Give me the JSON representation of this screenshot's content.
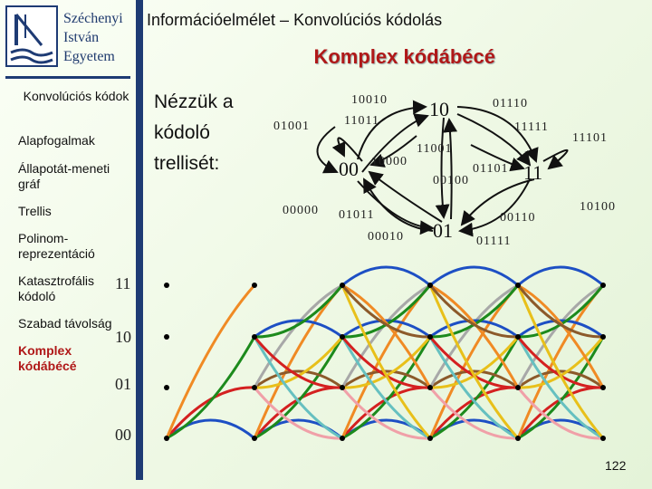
{
  "university": {
    "line1": "Széchenyi",
    "line2": "István",
    "line3": "Egyetem"
  },
  "header": {
    "title": "Információelmélet – Konvolúciós kódolás",
    "subtitle": "Komplex kódábécé"
  },
  "sidebar": {
    "items": [
      {
        "label": "Konvolúciós kódok",
        "active": false
      },
      {
        "label": "Alapfogalmak",
        "active": false
      },
      {
        "label": "Állapotát-meneti gráf",
        "active": false
      },
      {
        "label": "Trellis",
        "active": false
      },
      {
        "label": "Polinom-reprezentáció",
        "active": false
      },
      {
        "label": "Katasztrofális kódoló",
        "active": false
      },
      {
        "label": "Szabad távolság",
        "active": false
      },
      {
        "label": "Komplex kódábécé",
        "active": true
      }
    ]
  },
  "main": {
    "text_line1": "Nézzük a",
    "text_line2": "kódoló",
    "text_line3": "trellisét:"
  },
  "state_graph": {
    "states": [
      "10",
      "00",
      "11",
      "01"
    ],
    "edge_labels": [
      "10010",
      "01001",
      "11011",
      "01110",
      "11111",
      "11001",
      "10000",
      "00100",
      "01101",
      "11101",
      "00000",
      "01011",
      "00110",
      "00010",
      "01111",
      "10100"
    ]
  },
  "trellis": {
    "row_labels": [
      "11",
      "10",
      "01",
      "00"
    ]
  },
  "colors": {
    "blue": "#1d4fc4",
    "red": "#d42020",
    "green": "#1c8a1c",
    "yellow": "#e8c01a",
    "orange": "#f08a24",
    "pink": "#f0a0a8",
    "brown": "#8c5a2a",
    "gray": "#a8a8a8",
    "teal": "#66c0c0"
  },
  "page": {
    "number": "122"
  }
}
